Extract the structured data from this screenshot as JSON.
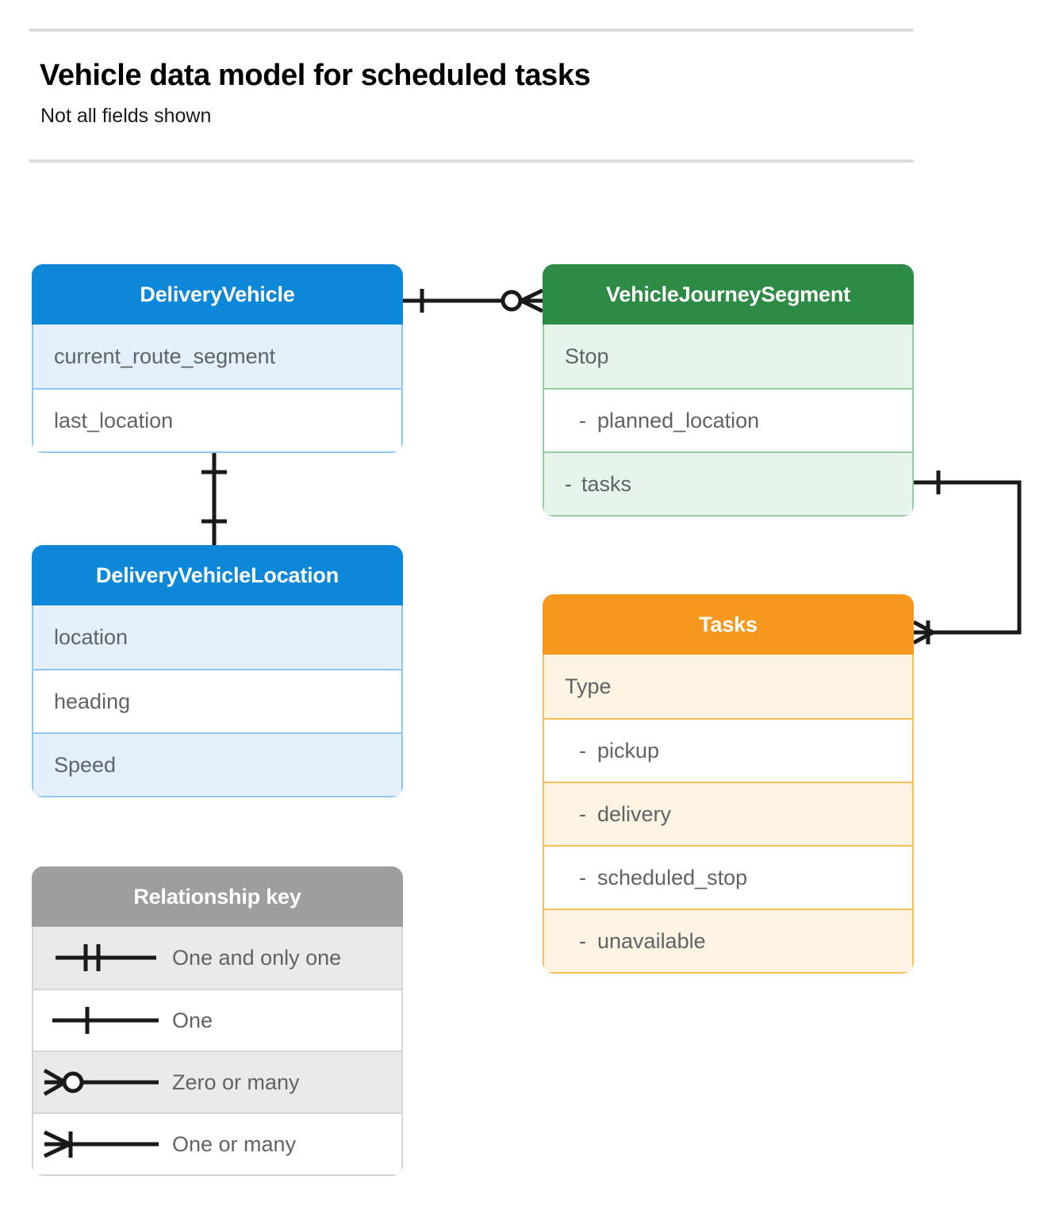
{
  "header": {
    "title": "Vehicle data model for scheduled tasks",
    "subtitle": "Not all fields shown"
  },
  "colors": {
    "blue_header": "#0d88d8",
    "blue_row": "#e3f0fb",
    "blue_border": "#8fc5ef",
    "green_header": "#2e8b46",
    "green_row": "#e7f4ea",
    "green_border": "#92ce9f",
    "orange_header": "#f5981d",
    "orange_row": "#fdf3e2",
    "orange_border": "#f7bf56",
    "gray_header": "#9e9e9e",
    "gray_row": "#eaeaea",
    "text": "#5f6368",
    "line": "#1a1a1a",
    "rule": "#dadce0"
  },
  "entities": {
    "delivery_vehicle": {
      "name": "DeliveryVehicle",
      "fields": [
        {
          "label": "current_route_segment",
          "dash": "",
          "sub": false
        },
        {
          "label": "last_location",
          "dash": "",
          "sub": false
        }
      ]
    },
    "vehicle_journey_segment": {
      "name": "VehicleJourneySegment",
      "fields": [
        {
          "label": "Stop",
          "dash": "",
          "sub": false
        },
        {
          "label": "planned_location",
          "dash": "-",
          "sub": true
        },
        {
          "label": "tasks",
          "dash": "-",
          "sub": false
        }
      ]
    },
    "delivery_vehicle_location": {
      "name": "DeliveryVehicleLocation",
      "fields": [
        {
          "label": "location",
          "dash": "",
          "sub": false
        },
        {
          "label": "heading",
          "dash": "",
          "sub": false
        },
        {
          "label": "Speed",
          "dash": "",
          "sub": false
        }
      ]
    },
    "tasks": {
      "name": "Tasks",
      "fields": [
        {
          "label": "Type",
          "dash": "",
          "sub": false
        },
        {
          "label": "pickup",
          "dash": "-",
          "sub": true
        },
        {
          "label": "delivery",
          "dash": "-",
          "sub": true
        },
        {
          "label": "scheduled_stop",
          "dash": "-",
          "sub": true
        },
        {
          "label": "unavailable",
          "dash": "-",
          "sub": true
        }
      ]
    }
  },
  "legend": {
    "title": "Relationship key",
    "items": [
      {
        "label": "One and only one",
        "symbol": "one-and-only-one-symbol"
      },
      {
        "label": "One",
        "symbol": "one-symbol"
      },
      {
        "label": "Zero or many",
        "symbol": "zero-or-many-symbol"
      },
      {
        "label": "One or many",
        "symbol": "one-or-many-symbol"
      }
    ]
  },
  "relationships": [
    {
      "from": "DeliveryVehicle",
      "to": "VehicleJourneySegment",
      "from_cardinality": "One",
      "to_cardinality": "Zero or many"
    },
    {
      "from": "DeliveryVehicle",
      "to": "DeliveryVehicleLocation",
      "from_cardinality": "One",
      "to_cardinality": "One"
    },
    {
      "from": "VehicleJourneySegment",
      "to": "Tasks",
      "from_cardinality": "One",
      "to_cardinality": "One or many"
    }
  ]
}
